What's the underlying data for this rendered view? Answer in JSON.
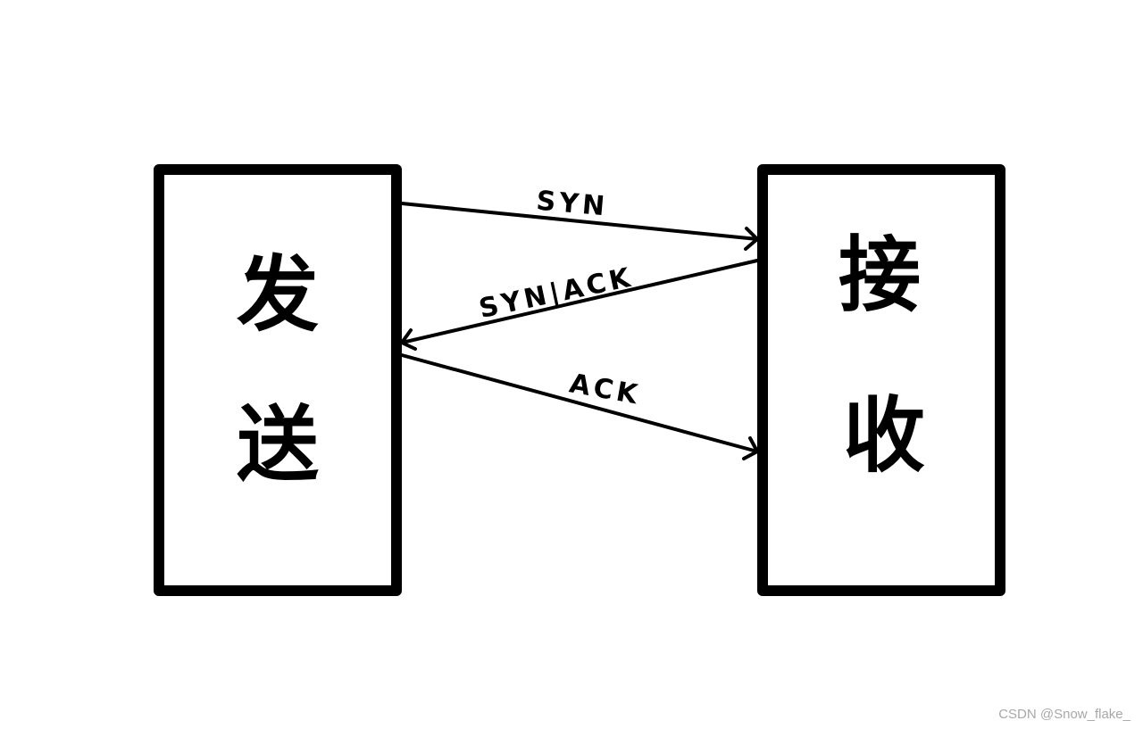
{
  "sender": {
    "label_line1": "发",
    "label_line2": "送"
  },
  "receiver": {
    "label_line1": "接",
    "label_line2": "收"
  },
  "messages": [
    {
      "label": "SYN",
      "direction": "sender-to-receiver"
    },
    {
      "label": "SYN|ACK",
      "direction": "receiver-to-sender"
    },
    {
      "label": "ACK",
      "direction": "sender-to-receiver"
    }
  ],
  "watermark": "CSDN @Snow_flake_",
  "colors": {
    "ink": "#000000",
    "background": "#ffffff",
    "watermark": "#a8a8a8"
  }
}
